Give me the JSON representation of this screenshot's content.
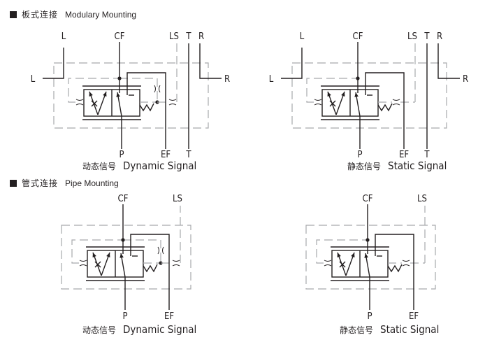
{
  "sections": [
    {
      "cn": "板式连接",
      "en": "Modulary Mounting"
    },
    {
      "cn": "管式连接",
      "en": "Pipe Mounting"
    }
  ],
  "diagrams": [
    {
      "id": "modular-dynamic",
      "mounting": "modular",
      "signal": "dynamic",
      "caption_cn": "动态信号",
      "caption_en": "Dynamic Signal",
      "ports": {
        "L_top": "L",
        "L_left": "L",
        "CF": "CF",
        "LS": "LS",
        "T_top": "T",
        "R_top": "R",
        "R_right": "R",
        "P": "P",
        "EF": "EF",
        "T_bottom": "T"
      }
    },
    {
      "id": "modular-static",
      "mounting": "modular",
      "signal": "static",
      "caption_cn": "静态信号",
      "caption_en": "Static Signal",
      "ports": {
        "L_top": "L",
        "L_left": "L",
        "CF": "CF",
        "LS": "LS",
        "T_top": "T",
        "R_top": "R",
        "R_right": "R",
        "P": "P",
        "EF": "EF",
        "T_bottom": "T"
      }
    },
    {
      "id": "pipe-dynamic",
      "mounting": "pipe",
      "signal": "dynamic",
      "caption_cn": "动态信号",
      "caption_en": "Dynamic Signal",
      "ports": {
        "CF": "CF",
        "LS": "LS",
        "P": "P",
        "EF": "EF"
      }
    },
    {
      "id": "pipe-static",
      "mounting": "pipe",
      "signal": "static",
      "caption_cn": "静态信号",
      "caption_en": "Static Signal",
      "ports": {
        "CF": "CF",
        "LS": "LS",
        "P": "P",
        "EF": "EF"
      }
    }
  ],
  "colors": {
    "line": "#231f20",
    "dashed": "#a7a9ac"
  }
}
